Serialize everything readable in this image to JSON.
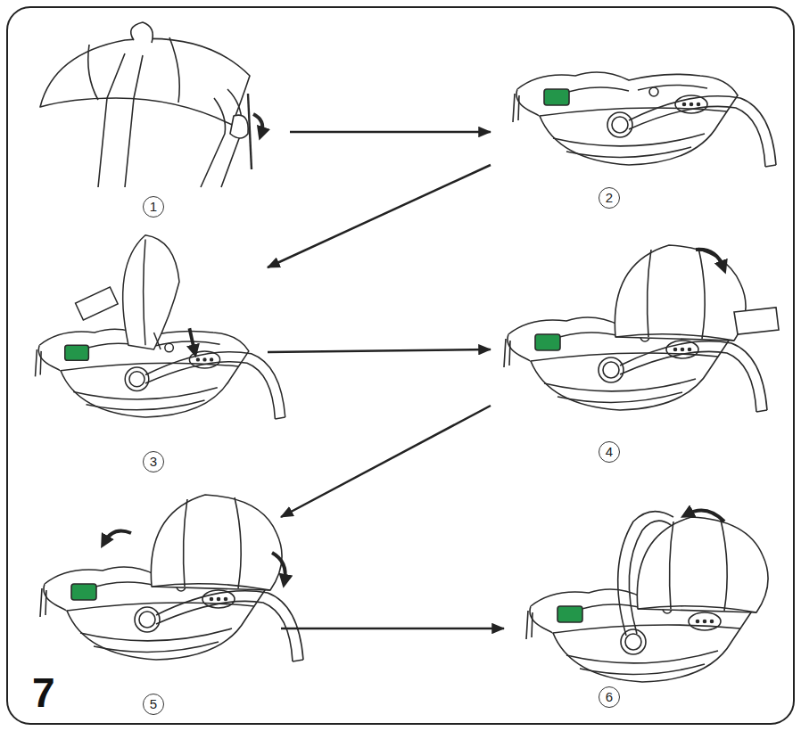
{
  "diagram": {
    "nodes": [
      {
        "text": [
          "1"
        ]
      },
      {
        "text": [
          "2"
        ]
      },
      {
        "text": [
          "3"
        ]
      },
      {
        "text": [
          "4"
        ]
      },
      {
        "text": [
          "5"
        ]
      },
      {
        "text": [
          "6"
        ]
      }
    ],
    "edges": [
      {
        "from": 0,
        "to": 1,
        "arrow": "to"
      },
      {
        "from": 1,
        "to": 2,
        "arrow": "to"
      },
      {
        "from": 2,
        "to": 3,
        "arrow": "to"
      },
      {
        "from": 3,
        "to": 4,
        "arrow": "to"
      },
      {
        "from": 4,
        "to": 5,
        "arrow": "to"
      }
    ],
    "labels": [
      "7"
    ]
  }
}
